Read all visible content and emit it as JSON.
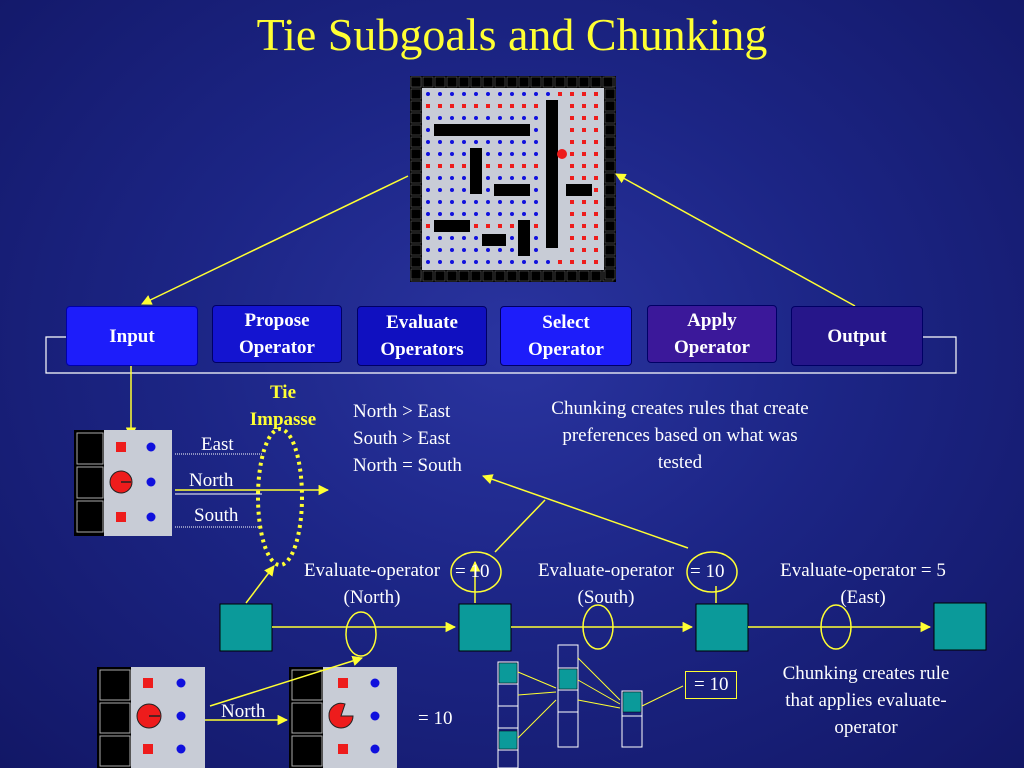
{
  "title": "Tie Subgoals and Chunking",
  "cycle": [
    {
      "label": "Input",
      "fill": "#1d1dfa"
    },
    {
      "label": "Propose Operator",
      "fill": "#1414d0"
    },
    {
      "label": "Evaluate Operators",
      "fill": "#1010c0"
    },
    {
      "label": "Select Operator",
      "fill": "#1d1dfa"
    },
    {
      "label": "Apply Operator",
      "fill": "#3b189a"
    },
    {
      "label": "Output",
      "fill": "#26168a"
    }
  ],
  "impasse": "Tie Impasse",
  "directions": {
    "east": "East",
    "north": "North",
    "south": "South"
  },
  "preferences": [
    "North > East",
    "South > East",
    "North = South"
  ],
  "chunk_note_top": "Chunking creates rules that create preferences based on what was tested",
  "evaluations": [
    {
      "text": "Evaluate-operator",
      "param": "(North)"
    },
    {
      "text": "Evaluate-operator",
      "param": "(South)"
    },
    {
      "text": "Evaluate-operator = 5",
      "param": "(East)"
    }
  ],
  "value_ten": "= 10",
  "chunk_note_bottom": "Chunking creates rule that applies evaluate-operator",
  "colors": {
    "title": "#ffff33",
    "state": "#0b9a9a",
    "arrow": "#ffff33",
    "red": "#ee1c1c",
    "blue": "#1010dd"
  }
}
